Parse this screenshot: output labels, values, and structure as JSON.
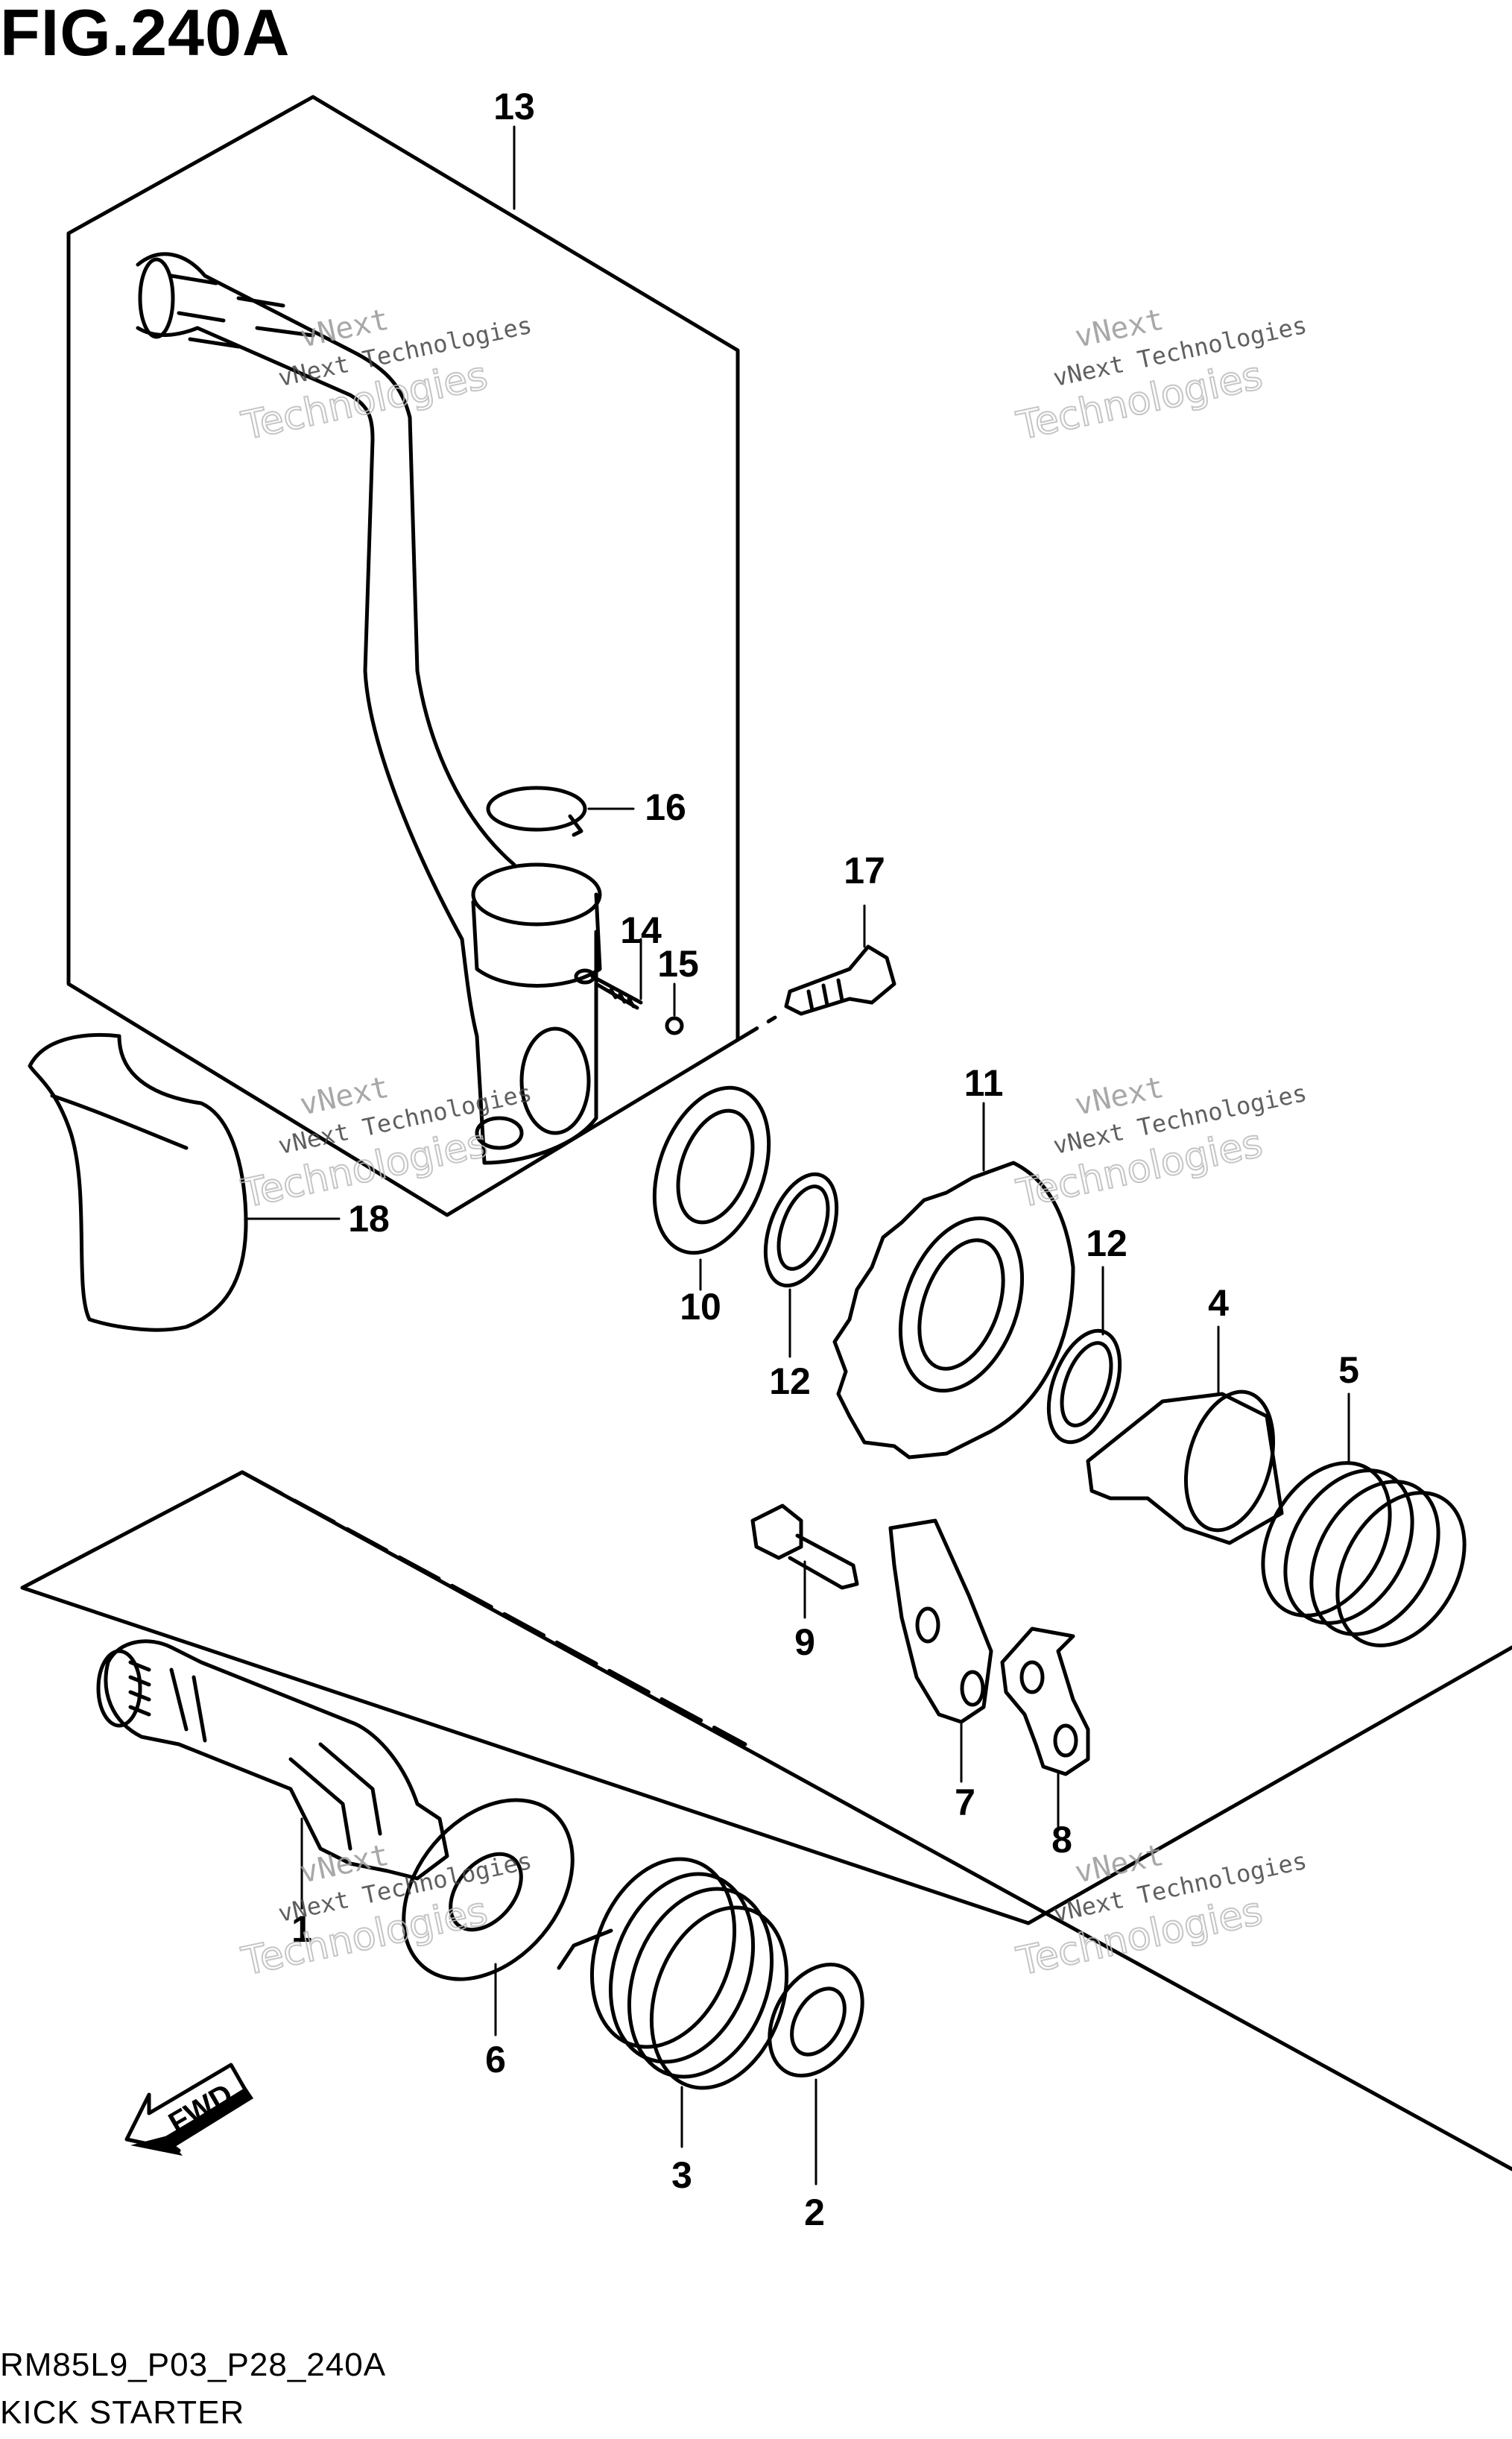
{
  "figure": {
    "title": "FIG.240A",
    "code": "RM85L9_P03_P28_240A",
    "name": "KICK STARTER"
  },
  "watermark": {
    "line1": "vNext",
    "line2": "vNext Technologies",
    "line3": "Technologies"
  },
  "callouts": [
    "13",
    "16",
    "17",
    "14",
    "15",
    "11",
    "12",
    "18",
    "10",
    "12",
    "4",
    "5",
    "9",
    "7",
    "8",
    "1",
    "6",
    "3",
    "2"
  ],
  "fwd_label": "FWD"
}
